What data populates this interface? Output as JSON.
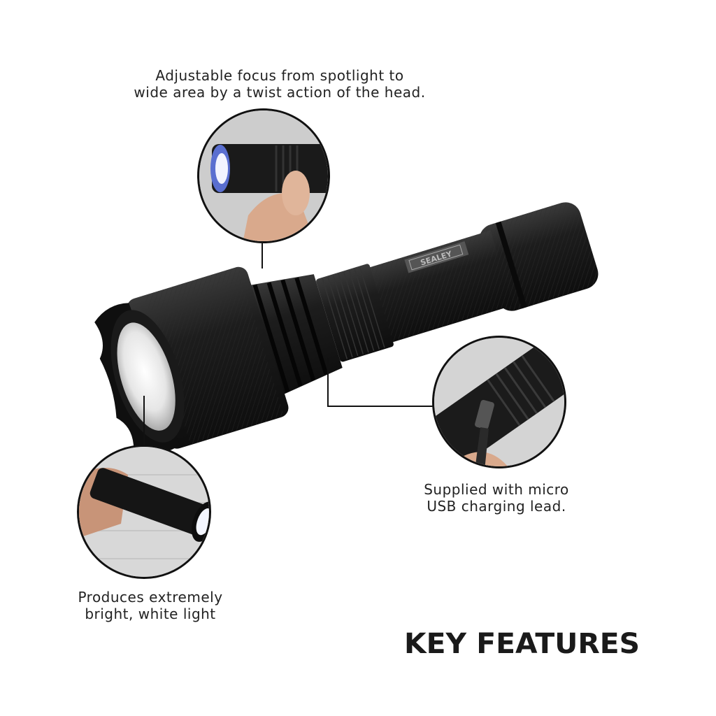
{
  "features": {
    "title": "KEY FEATURES",
    "items": [
      {
        "id": "focus",
        "lines": [
          "Adjustable focus from spotlight to",
          "wide area by a twist action of the head."
        ]
      },
      {
        "id": "usb",
        "lines": [
          "Supplied with micro",
          "USB charging lead."
        ]
      },
      {
        "id": "light",
        "lines": [
          "Produces extremely",
          "bright, white light"
        ]
      }
    ]
  },
  "product": {
    "brand_label": "SEALEY"
  },
  "colors": {
    "text": "#222222",
    "outline": "#111111",
    "body": "#1c1c1c",
    "background": "#ffffff"
  }
}
